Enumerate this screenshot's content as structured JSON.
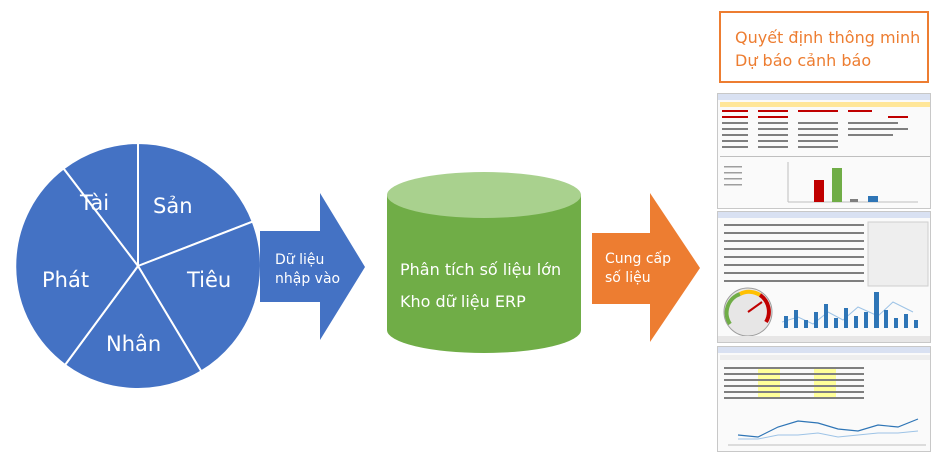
{
  "wheel": {
    "color": "#4472c4",
    "segments": [
      "Tài",
      "Sản",
      "Tiêu",
      "Nhân",
      "Phát"
    ]
  },
  "arrow_input": {
    "color": "#4472c4",
    "lines": [
      "Dữ liệu",
      "nhập vào"
    ]
  },
  "cylinder": {
    "color": "#70ad47",
    "top_color": "#a9d18e",
    "lines": [
      "Phân tích số liệu lớn",
      "Kho dữ liệu ERP"
    ]
  },
  "arrow_output": {
    "color": "#ed7d31",
    "lines": [
      "Cung cấp",
      "số liệu"
    ]
  },
  "decision_box": {
    "color": "#ed7d31",
    "lines": [
      "Quyết định thông minh",
      "Dự báo cảnh báo"
    ]
  },
  "screenshots": [
    "report-table-with-bar-chart",
    "dashboard-with-gauge-and-bars",
    "table-with-line-chart"
  ]
}
